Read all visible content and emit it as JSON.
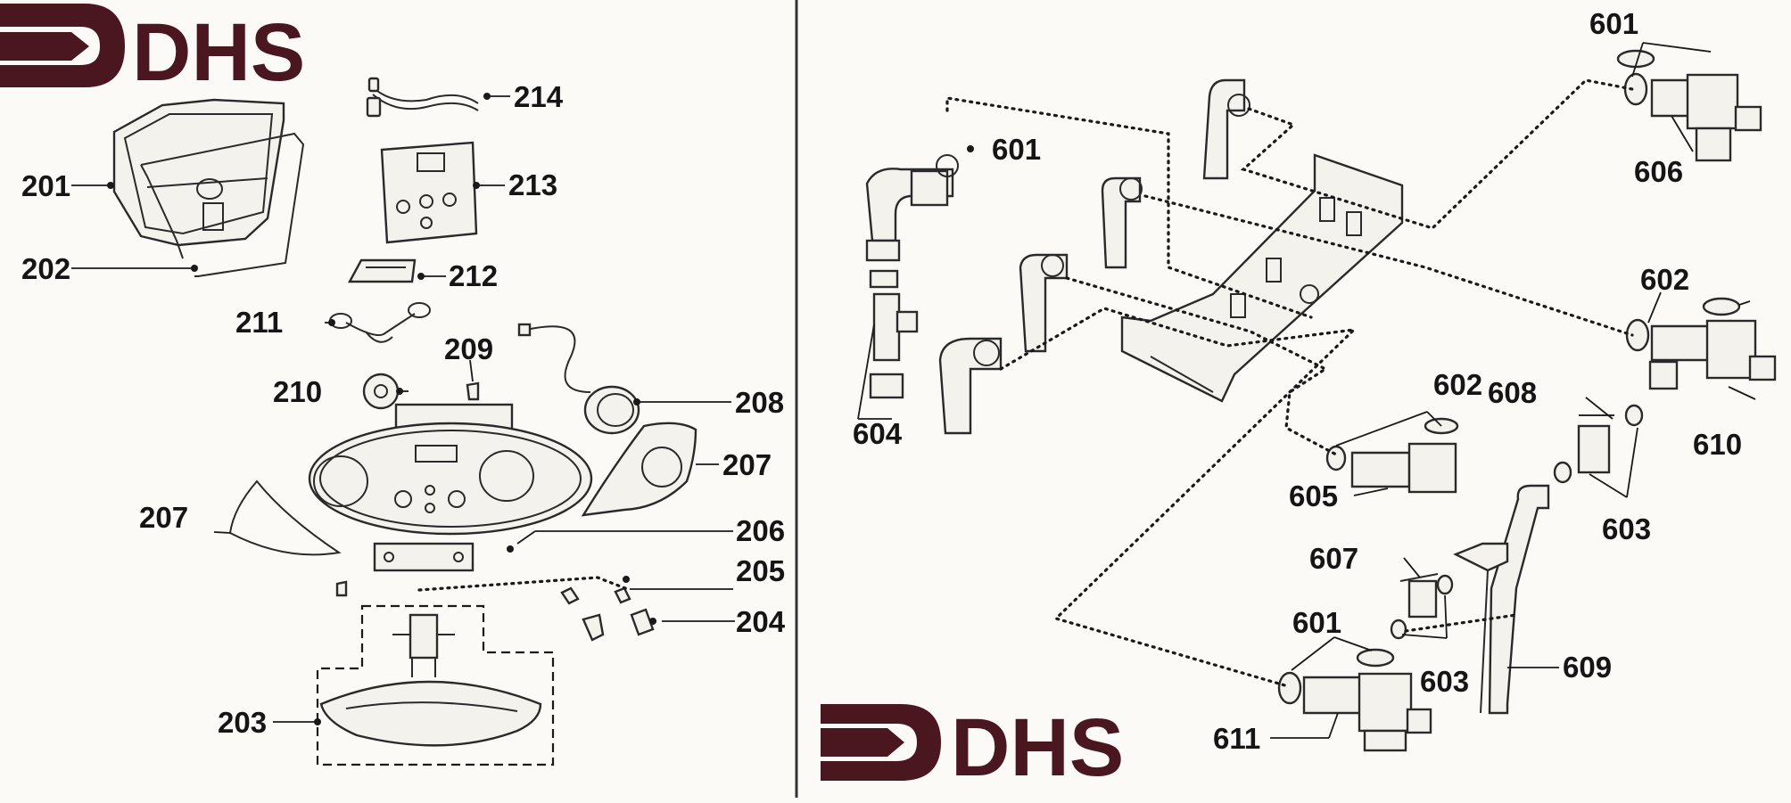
{
  "logos": {
    "left": "DHS",
    "right": "DHS"
  },
  "colors": {
    "brand": "#4a1620",
    "ink": "#151515",
    "paper": "#fbfaf6"
  },
  "callouts": [
    {
      "id": "201"
    },
    {
      "id": "202"
    },
    {
      "id": "203"
    },
    {
      "id": "204"
    },
    {
      "id": "205"
    },
    {
      "id": "206"
    },
    {
      "id": "207"
    },
    {
      "id": "207"
    },
    {
      "id": "208"
    },
    {
      "id": "209"
    },
    {
      "id": "210"
    },
    {
      "id": "211"
    },
    {
      "id": "212"
    },
    {
      "id": "213"
    },
    {
      "id": "214"
    },
    {
      "id": "601"
    },
    {
      "id": "601"
    },
    {
      "id": "601"
    },
    {
      "id": "602"
    },
    {
      "id": "602"
    },
    {
      "id": "603"
    },
    {
      "id": "603"
    },
    {
      "id": "604"
    },
    {
      "id": "605"
    },
    {
      "id": "606"
    },
    {
      "id": "607"
    },
    {
      "id": "608"
    },
    {
      "id": "609"
    },
    {
      "id": "610"
    },
    {
      "id": "611"
    }
  ]
}
